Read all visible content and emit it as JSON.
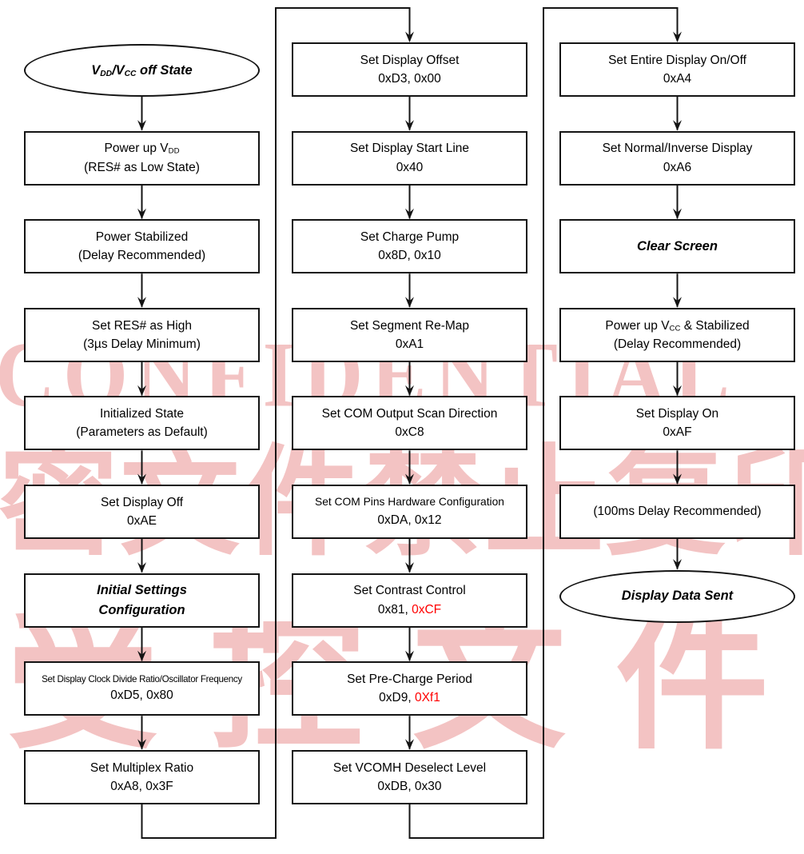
{
  "diagram": {
    "colors": {
      "highlight_red": "#ff0000",
      "line_black": "#141414",
      "watermark_pink": "#f2b9b9"
    },
    "watermark": {
      "title": "CONFIDENTIAL",
      "row1": "密文件禁止复印",
      "row2": "受控文件"
    },
    "columns": [
      {
        "name": "power-on-sequence",
        "nodes": [
          {
            "id": "vdd-vcc-off-state",
            "shape": "ellipse",
            "emphasis": true,
            "lines": [
              [
                {
                  "t": "V"
                },
                {
                  "t": "DD",
                  "sub": true
                },
                {
                  "t": "/V"
                },
                {
                  "t": "CC",
                  "sub": true
                },
                {
                  "t": " off State"
                }
              ]
            ]
          },
          {
            "id": "power-up-vdd",
            "shape": "process",
            "lines": [
              [
                {
                  "t": "Power up V"
                },
                {
                  "t": "DD",
                  "sub": true
                }
              ],
              [
                {
                  "t": "(RES# as Low State)"
                }
              ]
            ]
          },
          {
            "id": "power-stabilized",
            "shape": "process",
            "lines": [
              [
                {
                  "t": "Power Stabilized"
                }
              ],
              [
                {
                  "t": "(Delay Recommended)"
                }
              ]
            ]
          },
          {
            "id": "set-res-as-high",
            "shape": "process",
            "lines": [
              [
                {
                  "t": "Set RES# as High"
                }
              ],
              [
                {
                  "t": "(3µs Delay Minimum)"
                }
              ]
            ]
          },
          {
            "id": "initialized-state",
            "shape": "process",
            "lines": [
              [
                {
                  "t": "Initialized State"
                }
              ],
              [
                {
                  "t": "(Parameters as Default)"
                }
              ]
            ]
          },
          {
            "id": "set-display-off",
            "shape": "process",
            "lines": [
              [
                {
                  "t": "Set Display Off"
                }
              ],
              [
                {
                  "t": "0xAE"
                }
              ]
            ]
          },
          {
            "id": "initial-settings-configuration",
            "shape": "process",
            "emphasis": true,
            "lines": [
              [
                {
                  "t": "Initial Settings"
                }
              ],
              [
                {
                  "t": "Configuration"
                }
              ]
            ]
          },
          {
            "id": "set-display-clock-divide-ratio",
            "shape": "process",
            "lines": [
              [
                {
                  "t": "Set Display Clock Divide Ratio/Oscillator Frequency"
                }
              ],
              [
                {
                  "t": "0xD5, 0x80"
                }
              ]
            ]
          },
          {
            "id": "set-multiplex-ratio",
            "shape": "process",
            "lines": [
              [
                {
                  "t": "Set Multiplex Ratio"
                }
              ],
              [
                {
                  "t": "0xA8, 0x3F"
                }
              ]
            ]
          }
        ]
      },
      {
        "name": "register-setup-sequence",
        "nodes": [
          {
            "id": "set-display-offset",
            "shape": "process",
            "lines": [
              [
                {
                  "t": "Set Display Offset"
                }
              ],
              [
                {
                  "t": "0xD3, 0x00"
                }
              ]
            ]
          },
          {
            "id": "set-display-start-line",
            "shape": "process",
            "lines": [
              [
                {
                  "t": "Set Display Start Line"
                }
              ],
              [
                {
                  "t": "0x40"
                }
              ]
            ]
          },
          {
            "id": "set-charge-pump",
            "shape": "process",
            "lines": [
              [
                {
                  "t": "Set Charge Pump"
                }
              ],
              [
                {
                  "t": "0x8D, 0x10"
                }
              ]
            ]
          },
          {
            "id": "set-segment-re-map",
            "shape": "process",
            "lines": [
              [
                {
                  "t": "Set Segment Re-Map"
                }
              ],
              [
                {
                  "t": "0xA1"
                }
              ]
            ]
          },
          {
            "id": "set-com-output-scan-direction",
            "shape": "process",
            "lines": [
              [
                {
                  "t": "Set COM Output Scan Direction"
                }
              ],
              [
                {
                  "t": "0xC8"
                }
              ]
            ]
          },
          {
            "id": "set-com-pins-hardware-configuration",
            "shape": "process",
            "lines": [
              [
                {
                  "t": "Set COM Pins Hardware Configuration"
                }
              ],
              [
                {
                  "t": "0xDA, 0x12"
                }
              ]
            ]
          },
          {
            "id": "set-contrast-control",
            "shape": "process",
            "lines": [
              [
                {
                  "t": "Set Contrast Control"
                }
              ],
              [
                {
                  "t": "0x81, "
                },
                {
                  "t": "0xCF",
                  "red": true
                }
              ]
            ]
          },
          {
            "id": "set-pre-charge-period",
            "shape": "process",
            "lines": [
              [
                {
                  "t": "Set Pre-Charge Period"
                }
              ],
              [
                {
                  "t": "0xD9, "
                },
                {
                  "t": "0Xf1",
                  "red": true
                }
              ]
            ]
          },
          {
            "id": "set-vcomh-deselect-level",
            "shape": "process",
            "lines": [
              [
                {
                  "t": "Set VCOMH Deselect Level"
                }
              ],
              [
                {
                  "t": "0xDB, 0x30"
                }
              ]
            ]
          }
        ]
      },
      {
        "name": "display-on-sequence",
        "nodes": [
          {
            "id": "set-entire-display-on-off",
            "shape": "process",
            "lines": [
              [
                {
                  "t": "Set Entire Display On/Off"
                }
              ],
              [
                {
                  "t": "0xA4"
                }
              ]
            ]
          },
          {
            "id": "set-normal-inverse-display",
            "shape": "process",
            "lines": [
              [
                {
                  "t": "Set Normal/Inverse Display"
                }
              ],
              [
                {
                  "t": "0xA6"
                }
              ]
            ]
          },
          {
            "id": "clear-screen",
            "shape": "process",
            "emphasis": true,
            "lines": [
              [
                {
                  "t": "Clear Screen"
                }
              ]
            ]
          },
          {
            "id": "power-up-vcc-stabilized",
            "shape": "process",
            "lines": [
              [
                {
                  "t": "Power up V"
                },
                {
                  "t": "CC",
                  "sub": true
                },
                {
                  "t": " & Stabilized"
                }
              ],
              [
                {
                  "t": "(Delay Recommended)"
                }
              ]
            ]
          },
          {
            "id": "set-display-on",
            "shape": "process",
            "lines": [
              [
                {
                  "t": "Set Display On"
                }
              ],
              [
                {
                  "t": "0xAF"
                }
              ]
            ]
          },
          {
            "id": "delay-100ms-recommended",
            "shape": "process",
            "lines": [
              [
                {
                  "t": "(100ms Delay Recommended)"
                }
              ]
            ]
          },
          {
            "id": "display-data-sent",
            "shape": "ellipse",
            "emphasis": true,
            "lines": [
              [
                {
                  "t": "Display Data Sent"
                }
              ]
            ]
          }
        ]
      }
    ]
  }
}
